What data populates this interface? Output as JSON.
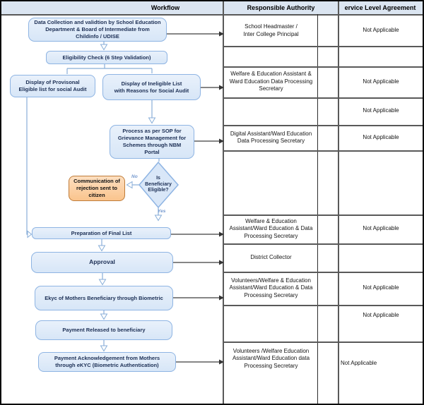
{
  "header": {
    "workflow": "Workflow",
    "responsible_authority": "Responsible Authority",
    "service_level_agreement": "ervice Level Agreement"
  },
  "flow": {
    "data_collection": "Data Collection and validtion by School Education\nDepartment & Board of Intermediate from\nChildinfo / UDISE",
    "eligibility_check": "Eligibility Check (6 Step Validation)",
    "provisional_list": "Display of Provisonal\nEligible list for social Audit",
    "ineligible_list": "Display of Ineligible List\nwith Reasons for Social Audit",
    "sop_grievance": "Process as per SOP for\nGrievance Management for\nSchemes through NBM\nPortal",
    "rejection_communication": "Communication of\nrejection sent to\ncitizen",
    "decision": "Is\nBeneficiary\nEligible?",
    "decision_no": "No",
    "decision_yes": "Yes",
    "final_list": "Preparation of Final List",
    "approval": "Approval",
    "ekyc": "Ekyc of Mothers Beneficiary through Biometric",
    "payment_released": "Payment Released to beneficiary",
    "payment_ack": "Payment Acknowledgement from Mothers\nthrough eKYC (Biometric Authentication)"
  },
  "table": {
    "rows": [
      {
        "authority": "School Headmaster /\nInter College Principal",
        "sla": "Not Applicable"
      },
      {
        "authority": "",
        "sla": ""
      },
      {
        "authority": "Welfare & Education Assistant &\nWard Education Data Processing\nSecretary",
        "sla": "Not Applicable"
      },
      {
        "authority": "",
        "sla": "Not Applicable"
      },
      {
        "authority": "Digital Assistant/Ward Education\nData Processing Secretary",
        "sla": "Not Applicable"
      },
      {
        "authority": "",
        "sla": ""
      },
      {
        "authority": "Welfare & Education\nAssistant/Ward Education & Data\nProcessing Secretary",
        "sla": "Not Applicable"
      },
      {
        "authority": "District Collector",
        "sla": ""
      },
      {
        "authority": "Volunteers/Welfare & Education\nAssistant/Ward Education & Data\nProcessing Secretary",
        "sla": "Not Applicable"
      },
      {
        "authority": "",
        "sla": "Not Applicable"
      },
      {
        "authority": "Volunteers /Welfare Education\nAssistant/Ward Education data\nProcessing Secretary",
        "sla": "Not Applicable"
      }
    ]
  },
  "colors": {
    "header_fill": "#dbe5f1",
    "box_fill": "#dbe8f8",
    "box_border": "#8eb4e3",
    "orange_fill": "#fbcf9e",
    "orange_border": "#bf7c39",
    "grid_line": "#595959",
    "flow_line": "#88aed8",
    "dark_arrow": "#3f3f3f",
    "branch_label": "#7599cf",
    "box_text": "#1c2f55"
  }
}
